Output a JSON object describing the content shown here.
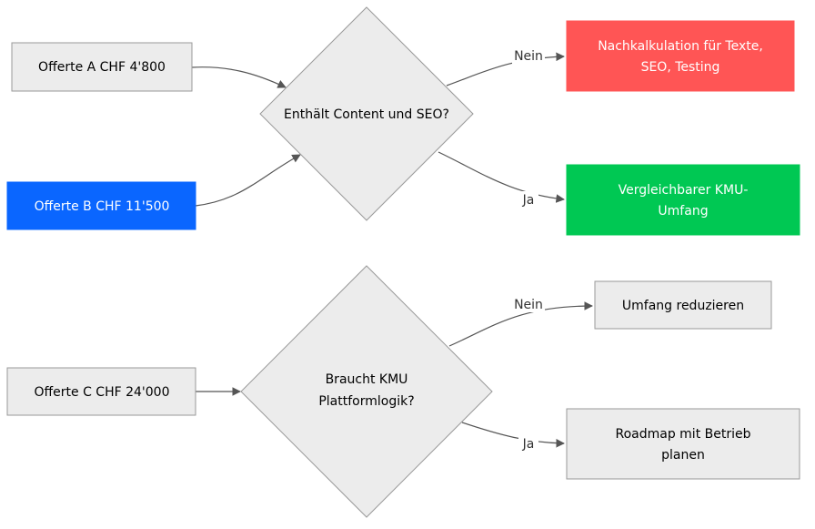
{
  "nodes": {
    "offer_a": {
      "label": "Offerte A CHF 4'800",
      "fill": "#ececec",
      "stroke": "#999999",
      "text_color": "#000000"
    },
    "offer_b": {
      "label": "Offerte B CHF 11'500",
      "fill": "#0a66ff",
      "stroke": "#0a66ff",
      "text_color": "#ffffff"
    },
    "decision_content": {
      "label": "Enthält Content und SEO?",
      "fill": "#ececec",
      "stroke": "#999999",
      "text_color": "#000000"
    },
    "recalc": {
      "label_lines": [
        "Nachkalkulation für Texte,",
        "SEO, Testing"
      ],
      "fill": "#ff5555",
      "stroke": "#ff5555",
      "text_color": "#ffffff"
    },
    "comparable": {
      "label_lines": [
        "Vergleichbarer KMU-",
        "Umfang"
      ],
      "fill": "#00c853",
      "stroke": "#00c853",
      "text_color": "#ffffff"
    },
    "offer_c": {
      "label": "Offerte C CHF 24'000",
      "fill": "#ececec",
      "stroke": "#999999",
      "text_color": "#000000"
    },
    "decision_platform": {
      "label_lines": [
        "Braucht KMU",
        "Plattformlogik?"
      ],
      "fill": "#ececec",
      "stroke": "#999999",
      "text_color": "#000000"
    },
    "reduce": {
      "label": "Umfang reduzieren",
      "fill": "#ececec",
      "stroke": "#999999",
      "text_color": "#000000"
    },
    "roadmap": {
      "label_lines": [
        "Roadmap mit Betrieb",
        "planen"
      ],
      "fill": "#ececec",
      "stroke": "#999999",
      "text_color": "#000000"
    }
  },
  "edges": {
    "content_no": {
      "label": "Nein"
    },
    "content_yes": {
      "label": "Ja"
    },
    "platform_no": {
      "label": "Nein"
    },
    "platform_yes": {
      "label": "Ja"
    }
  },
  "colors": {
    "edge": "#555555"
  }
}
